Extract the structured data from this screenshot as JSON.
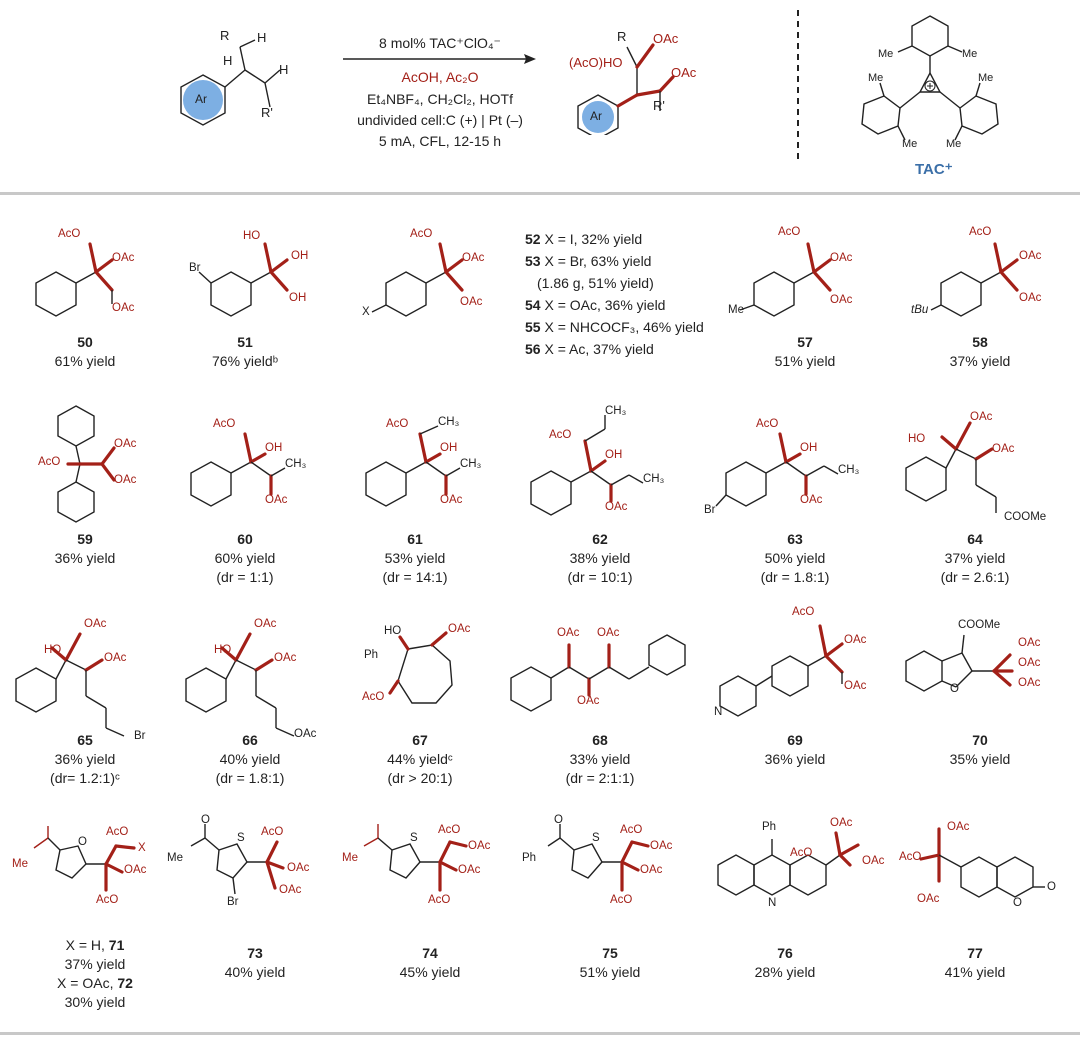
{
  "scheme": {
    "reactant": {
      "labels": [
        "R",
        "H",
        "H",
        "H",
        "R'",
        "Ar"
      ]
    },
    "product": {
      "labels": [
        "R",
        "OAc",
        "(AcO)HO",
        "OAc",
        "R'",
        "Ar"
      ]
    },
    "conditions": {
      "line1": "8 mol% TAC⁺ClO₄⁻",
      "line2": "AcOH,  Ac₂O",
      "line3": "Et₄NBF₄, CH₂Cl₂, HOTf",
      "line4": "undivided cell:C (+) | Pt (–)",
      "line5": "5 mA, CFL, 12-15 h"
    },
    "catalyst": {
      "label": "TAC⁺",
      "substituent": "Me"
    },
    "colors": {
      "accent": "#a32018",
      "catalyst_label": "#3b6fa8",
      "ring_fill": "#6fa6e0"
    }
  },
  "row1": [
    {
      "num": "50",
      "yield": "61% yield",
      "sub": ""
    },
    {
      "num": "51",
      "yield": "76% yieldᵇ",
      "sub": ""
    },
    {
      "num": "57",
      "yield": "51% yield",
      "sub": ""
    },
    {
      "num": "58",
      "yield": "37% yield",
      "sub": ""
    }
  ],
  "series52": [
    {
      "num": "52",
      "text": " X = I, 32% yield"
    },
    {
      "num": "53",
      "text": " X = Br, 63% yield"
    },
    {
      "num": "",
      "text": "(1.86 g, 51% yield)"
    },
    {
      "num": "54",
      "text": " X = OAc, 36% yield"
    },
    {
      "num": "55",
      "text": " X = NHCOCF₃, 46% yield"
    },
    {
      "num": "56",
      "text": " X = Ac, 37% yield"
    }
  ],
  "row2": [
    {
      "num": "59",
      "yield": "36% yield",
      "sub": ""
    },
    {
      "num": "60",
      "yield": "60% yield",
      "sub": "(dr = 1:1)"
    },
    {
      "num": "61",
      "yield": "53% yield",
      "sub": "(dr = 14:1)"
    },
    {
      "num": "62",
      "yield": "38% yield",
      "sub": "(dr = 10:1)"
    },
    {
      "num": "63",
      "yield": "50% yield",
      "sub": "(dr = 1.8:1)"
    },
    {
      "num": "64",
      "yield": "37% yield",
      "sub": "(dr = 2.6:1)"
    }
  ],
  "row3": [
    {
      "num": "65",
      "yield": "36% yield",
      "sub": "(dr= 1.2:1)ᶜ"
    },
    {
      "num": "66",
      "yield": "40% yield",
      "sub": "(dr = 1.8:1)"
    },
    {
      "num": "67",
      "yield": "44% yieldᶜ",
      "sub": "(dr > 20:1)"
    },
    {
      "num": "68",
      "yield": "33% yield",
      "sub": "(dr = 2:1:1)"
    },
    {
      "num": "69",
      "yield": "36% yield",
      "sub": ""
    },
    {
      "num": "70",
      "yield": "35% yield",
      "sub": ""
    }
  ],
  "row4": [
    {
      "num": "71",
      "yield": "37% yield",
      "prefix": "X = H, "
    },
    {
      "num": "72",
      "yield": "30% yield",
      "prefix": "X = OAc, "
    },
    {
      "num": "73",
      "yield": "40% yield"
    },
    {
      "num": "74",
      "yield": "45% yield"
    },
    {
      "num": "75",
      "yield": "51% yield"
    },
    {
      "num": "76",
      "yield": "28% yield"
    },
    {
      "num": "77",
      "yield": "41% yield"
    }
  ],
  "labels": {
    "OAc": "OAc",
    "AcO": "AcO",
    "HO": "HO",
    "OH": "OH",
    "Br": "Br",
    "X": "X",
    "Me": "Me",
    "tBu": "tBu",
    "CH3": "CH₃",
    "COOMe": "COOMe",
    "Ph": "Ph",
    "N": "N",
    "O": "O",
    "S": "S"
  }
}
